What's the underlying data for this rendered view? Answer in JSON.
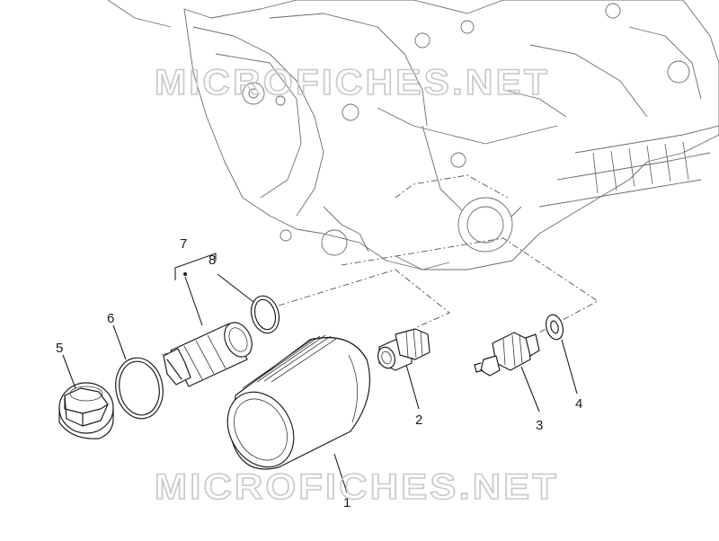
{
  "watermark": {
    "top": "MICROFICHES.NET",
    "bottom": "MICROFICHES.NET"
  },
  "callouts": {
    "c1": "1",
    "c2": "2",
    "c3": "3",
    "c4": "4",
    "c5": "5",
    "c6": "6",
    "c7": "7",
    "c8": "8"
  },
  "colors": {
    "line": "#1e1e1e",
    "engine_line": "#6b6b6b",
    "watermark": "#c9c9c9",
    "background": "#ffffff"
  }
}
